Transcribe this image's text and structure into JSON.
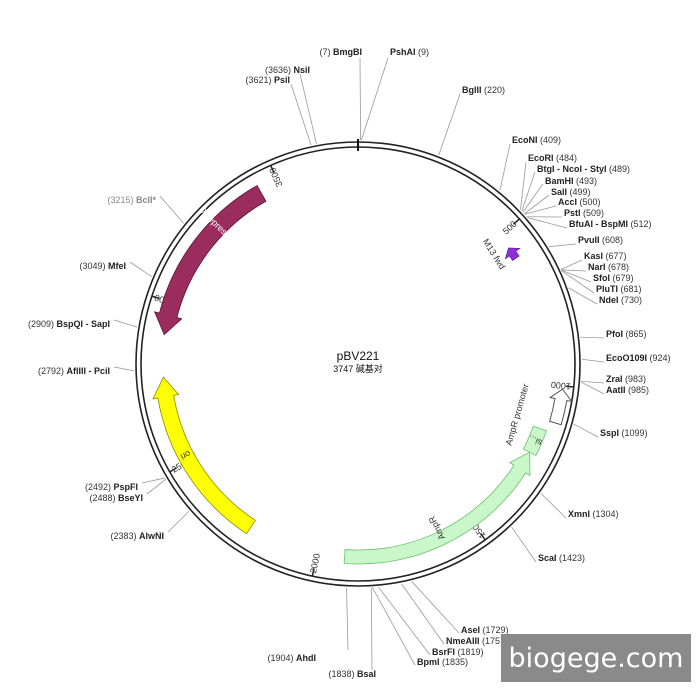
{
  "plasmid": {
    "name": "pBV221",
    "size_label": "3747 碱基对",
    "length_bp": 3747
  },
  "ticks": [
    "500",
    "1000",
    "1500",
    "2000",
    "2500",
    "3000",
    "3500"
  ],
  "sites": [
    {
      "name": "BmgBI",
      "pos": "(7)"
    },
    {
      "name": "PshAI",
      "pos": "(9)"
    },
    {
      "name": "NsiI",
      "pos": "(3636)"
    },
    {
      "name": "PsiI",
      "pos": "(3621)"
    },
    {
      "name": "BglII",
      "pos": "(220)"
    },
    {
      "name": "EcoNI",
      "pos": "(409)"
    },
    {
      "name": "EcoRI",
      "pos": "(484)"
    },
    {
      "name": "BtgI - NcoI - StyI",
      "pos": "(489)"
    },
    {
      "name": "BamHI",
      "pos": "(493)"
    },
    {
      "name": "SalI",
      "pos": "(499)"
    },
    {
      "name": "AccI",
      "pos": "(500)"
    },
    {
      "name": "PstI",
      "pos": "(509)"
    },
    {
      "name": "BfuAI - BspMI",
      "pos": "(512)"
    },
    {
      "name": "PvuII",
      "pos": "(608)"
    },
    {
      "name": "KasI",
      "pos": "(677)"
    },
    {
      "name": "NarI",
      "pos": "(678)"
    },
    {
      "name": "SfoI",
      "pos": "(679)"
    },
    {
      "name": "PluTI",
      "pos": "(681)"
    },
    {
      "name": "NdeI",
      "pos": "(730)"
    },
    {
      "name": "PfoI",
      "pos": "(865)"
    },
    {
      "name": "EcoO109I",
      "pos": "(924)"
    },
    {
      "name": "ZraI",
      "pos": "(983)"
    },
    {
      "name": "AatII",
      "pos": "(985)"
    },
    {
      "name": "SspI",
      "pos": "(1099)"
    },
    {
      "name": "XmnI",
      "pos": "(1304)"
    },
    {
      "name": "ScaI",
      "pos": "(1423)"
    },
    {
      "name": "AseI",
      "pos": "(1729)"
    },
    {
      "name": "NmeAIII",
      "pos": "(1757)"
    },
    {
      "name": "BsrFI",
      "pos": "(1819)"
    },
    {
      "name": "BpmI",
      "pos": "(1835)"
    },
    {
      "name": "BsaI",
      "pos": "(1838)"
    },
    {
      "name": "AhdI",
      "pos": "(1904)"
    },
    {
      "name": "AlwNI",
      "pos": "(2383)"
    },
    {
      "name": "BseYI",
      "pos": "(2488)"
    },
    {
      "name": "PspFI",
      "pos": "(2492)"
    },
    {
      "name": "AflIII - PciI",
      "pos": "(2792)"
    },
    {
      "name": "BspQI - SapI",
      "pos": "(2909)"
    },
    {
      "name": "MfeI",
      "pos": "(3049)"
    },
    {
      "name": "BclI*",
      "pos": "(3215)"
    }
  ],
  "features": {
    "lambda_repressor": {
      "label": "λ repressor",
      "color": "#9b2d5e"
    },
    "m13_fwd": {
      "label": "M13 fwd",
      "color": "#8e2fd6"
    },
    "ampr_promoter": {
      "label": "AmpR promoter",
      "color": "#ffffff"
    },
    "ampr": {
      "label": "AmpR",
      "color": "#c9f7c9"
    },
    "ampr_signal": {
      "label": "si...",
      "color": "#c9f7c9"
    },
    "ori": {
      "label": "ori",
      "color": "#ffff00"
    }
  },
  "watermark": "biogege.com"
}
